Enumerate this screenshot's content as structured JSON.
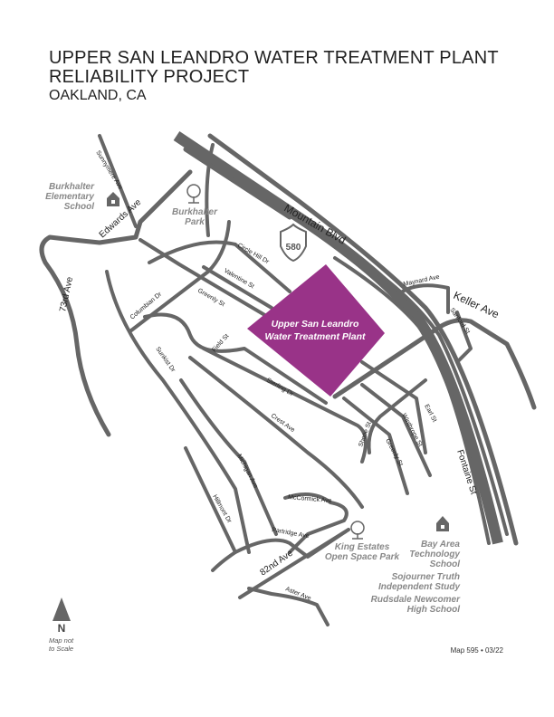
{
  "header": {
    "title_line1": "UPPER SAN LEANDRO WATER TREATMENT PLANT",
    "title_line2": "RELIABILITY PROJECT",
    "location": "OAKLAND, CA"
  },
  "map": {
    "plant_label_line1": "Upper San Leandro",
    "plant_label_line2": "Water Treatment Plant",
    "plant_color": "#993388",
    "road_color": "#666666",
    "highway_shield": "580",
    "streets": {
      "mountain_blvd": "Mountain Blvd",
      "edwards_ave": "Edwards Ave",
      "sunnymere_ave": "Sunnymere Ave",
      "seventy_third_ave": "73rd Ave",
      "circle_hill_dr": "Circle Hill Dr",
      "valentine_st": "Valentine St",
      "greenly_st": "Greenly St",
      "columbian_dr": "Columbian Dr",
      "field_st": "Field St",
      "sunkist_dr": "Sunkist Dr",
      "sterling_dr": "Sterling Dr",
      "crest_ave": "Crest Ave",
      "michigan_ave": "Michigan Ave",
      "hillmont_dr": "Hillmont Dr",
      "mccormick_ave": "McCormick Ave",
      "partridge_ave": "Partridge Ave",
      "eighty_second_ave": "82nd Ave",
      "aster_ave": "Aster Ave",
      "maynard_ave": "Maynard Ave",
      "keller_ave": "Keller Ave",
      "sanford_st": "Sanford St",
      "earl_st": "Earl St",
      "winthrope_st": "Winthrope St",
      "greenly_st_2": "Greenly St",
      "shone_st": "Shone St",
      "fontaine_st": "Fontaine St"
    },
    "pois": {
      "burkhalter_school": [
        "Burkhalter",
        "Elementary",
        "School"
      ],
      "burkhalter_park": [
        "Burkhalter",
        "Park"
      ],
      "king_estates": [
        "King Estates",
        "Open Space Park"
      ],
      "bay_area_tech": [
        "Bay Area",
        "Technology",
        "School"
      ],
      "sojourner": [
        "Sojourner Truth",
        "Independent Study"
      ],
      "rudsdale": [
        "Rudsdale Newcomer",
        "High School"
      ]
    },
    "icons": {
      "school": "school-house-icon",
      "park": "tree-icon",
      "north": "north-arrow-icon"
    }
  },
  "footer": {
    "north_letter": "N",
    "scale_note_line1": "Map not",
    "scale_note_line2": "to Scale",
    "map_id": "Map 595 • 03/22"
  }
}
